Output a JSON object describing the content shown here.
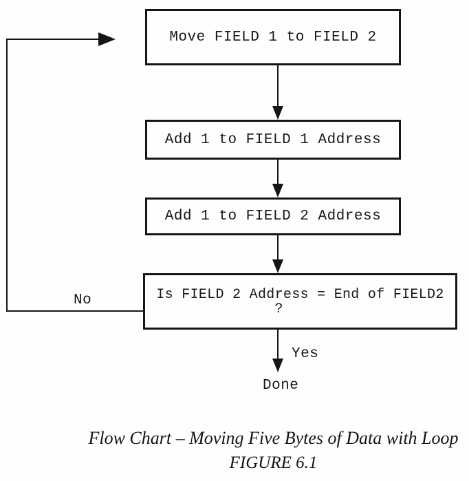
{
  "flowchart": {
    "boxes": [
      {
        "id": "move-field",
        "label": "Move FIELD 1 to FIELD 2"
      },
      {
        "id": "add-field1-address",
        "label": "Add 1 to FIELD 1 Address"
      },
      {
        "id": "add-field2-address",
        "label": "Add 1 to FIELD 2 Address"
      },
      {
        "id": "decision-end-of-field2",
        "label_line1": "Is FIELD 2 Address = End of FIELD2",
        "label_line2": "?"
      }
    ],
    "edge_labels": {
      "no": "No",
      "yes": "Yes"
    },
    "terminal_label": "Done"
  },
  "caption": {
    "title": "Flow Chart – Moving Five Bytes of Data with Loop",
    "figure": "FIGURE 6.1"
  },
  "colors": {
    "ink": "#151515",
    "background": "#fefefe"
  }
}
